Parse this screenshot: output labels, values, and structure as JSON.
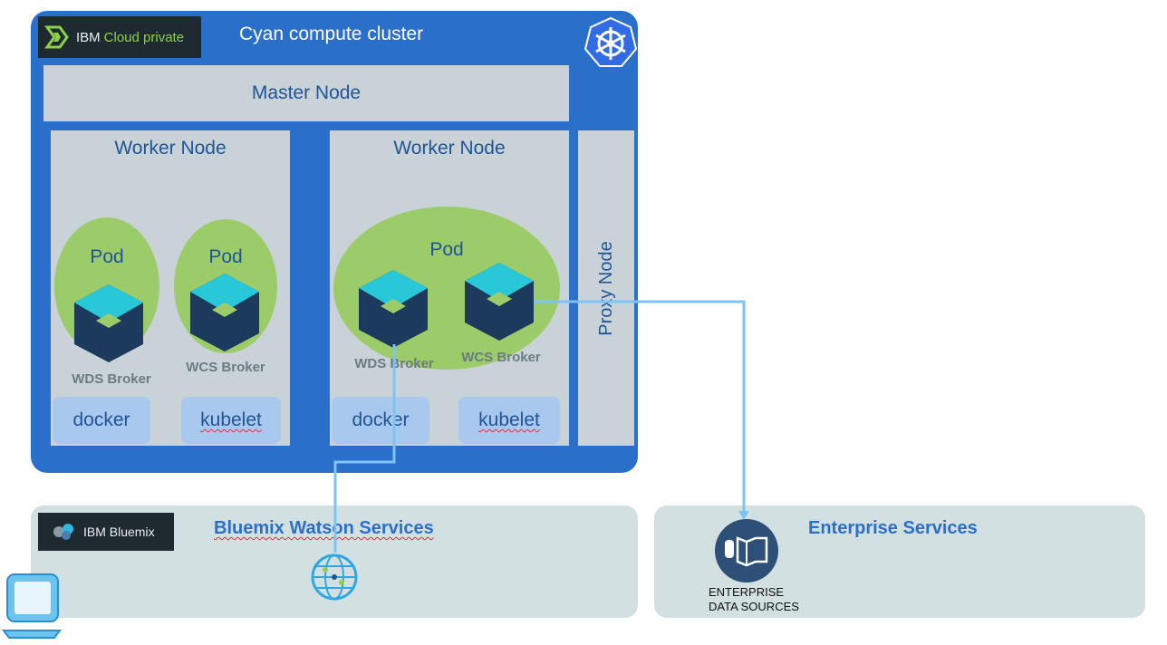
{
  "cluster": {
    "brand_ibm": "IBM",
    "brand_product": "Cloud private",
    "title": "Cyan compute cluster",
    "master_node": "Master Node",
    "proxy_node": "Proxy Node",
    "worker_nodes": [
      {
        "title": "Worker Node",
        "pods": [
          {
            "label": "Pod",
            "broker": "WDS Broker"
          },
          {
            "label": "Pod",
            "broker": "WCS Broker"
          }
        ],
        "docker": "docker",
        "kubelet": "kubelet"
      },
      {
        "title": "Worker Node",
        "pod_label": "Pod",
        "brokers": [
          "WDS Broker",
          "WCS Broker"
        ],
        "docker": "docker",
        "kubelet": "kubelet"
      }
    ]
  },
  "bluemix": {
    "brand": "IBM Bluemix",
    "title": "Bluemix Watson Services"
  },
  "enterprise": {
    "title": "Enterprise Services",
    "data_sources": "ENTERPRISE\nDATA SOURCES"
  },
  "colors": {
    "cluster_blue": "#2a6fc9",
    "node_gray": "#c9d2d6",
    "pod_green": "#9ccc6a",
    "cube_top": "#28c8d8",
    "cube_body": "#1b3a5c",
    "connector": "#7fc3f5",
    "panel": "#d3e0e2"
  },
  "icons": [
    "ibm-cloud-private-logo",
    "kubernetes-helm-icon",
    "container-cube-icon",
    "ibm-bluemix-logo",
    "watson-globe-icon",
    "database-book-icon",
    "monitor-icon"
  ]
}
